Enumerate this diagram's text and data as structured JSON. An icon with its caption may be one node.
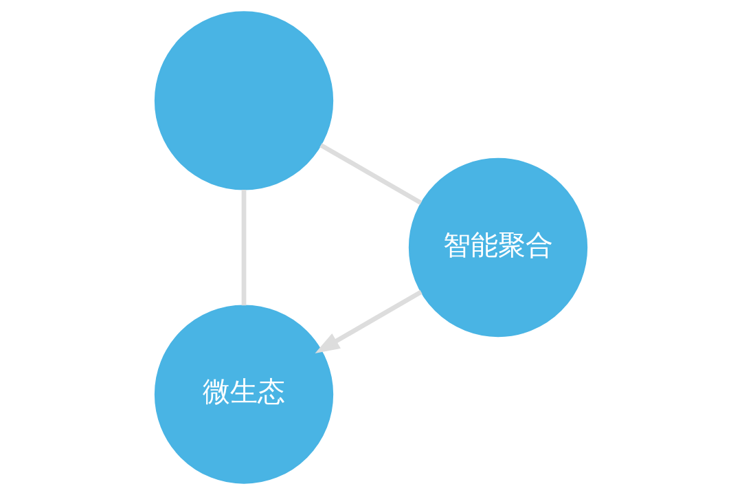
{
  "diagram": {
    "nodes": [
      {
        "text": [
          "微生态"
        ]
      },
      {
        "text": [],
        "shape": "circle"
      },
      {
        "text": [
          "智能聚合"
        ]
      }
    ],
    "edges": [
      {
        "from": 0,
        "to": 1,
        "arrow": "none"
      },
      {
        "from": 1,
        "to": 2,
        "arrow": "none"
      },
      {
        "from": 2,
        "to": 0,
        "arrow": "to"
      }
    ]
  }
}
